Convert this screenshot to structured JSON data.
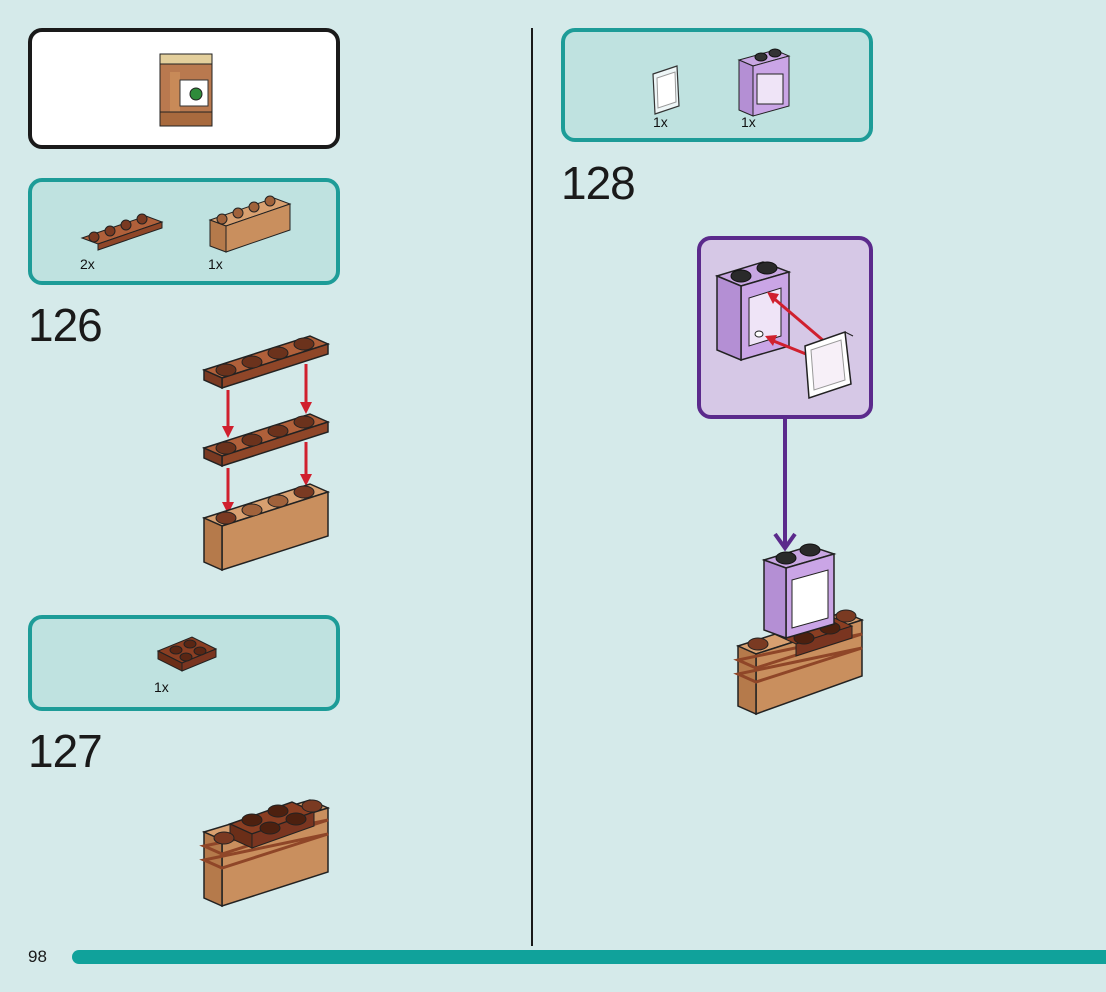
{
  "page": {
    "number": "98"
  },
  "preview": {
    "description_icon": "completed-model-icon"
  },
  "steps": [
    {
      "number": "126",
      "parts": [
        {
          "qty": "2x",
          "icon": "brick-plate-1x4-reddish-brown-icon"
        },
        {
          "qty": "1x",
          "icon": "brick-1x4-medium-nougat-icon"
        }
      ]
    },
    {
      "number": "127",
      "parts": [
        {
          "qty": "1x",
          "icon": "plate-2x2-dark-brown-icon"
        }
      ]
    },
    {
      "number": "128",
      "parts": [
        {
          "qty": "1x",
          "icon": "window-glass-icon"
        },
        {
          "qty": "1x",
          "icon": "window-frame-lavender-icon"
        }
      ]
    }
  ],
  "colors": {
    "background": "#d5eaea",
    "parts_box_border": "#1d9c98",
    "parts_box_fill": "#bfe2e0",
    "callout_border": "#5b2a8c",
    "callout_fill": "#d6c8e6",
    "arrow_red": "#d0202e",
    "arrow_purple": "#5b2a8c",
    "page_bar": "#10a29b"
  }
}
